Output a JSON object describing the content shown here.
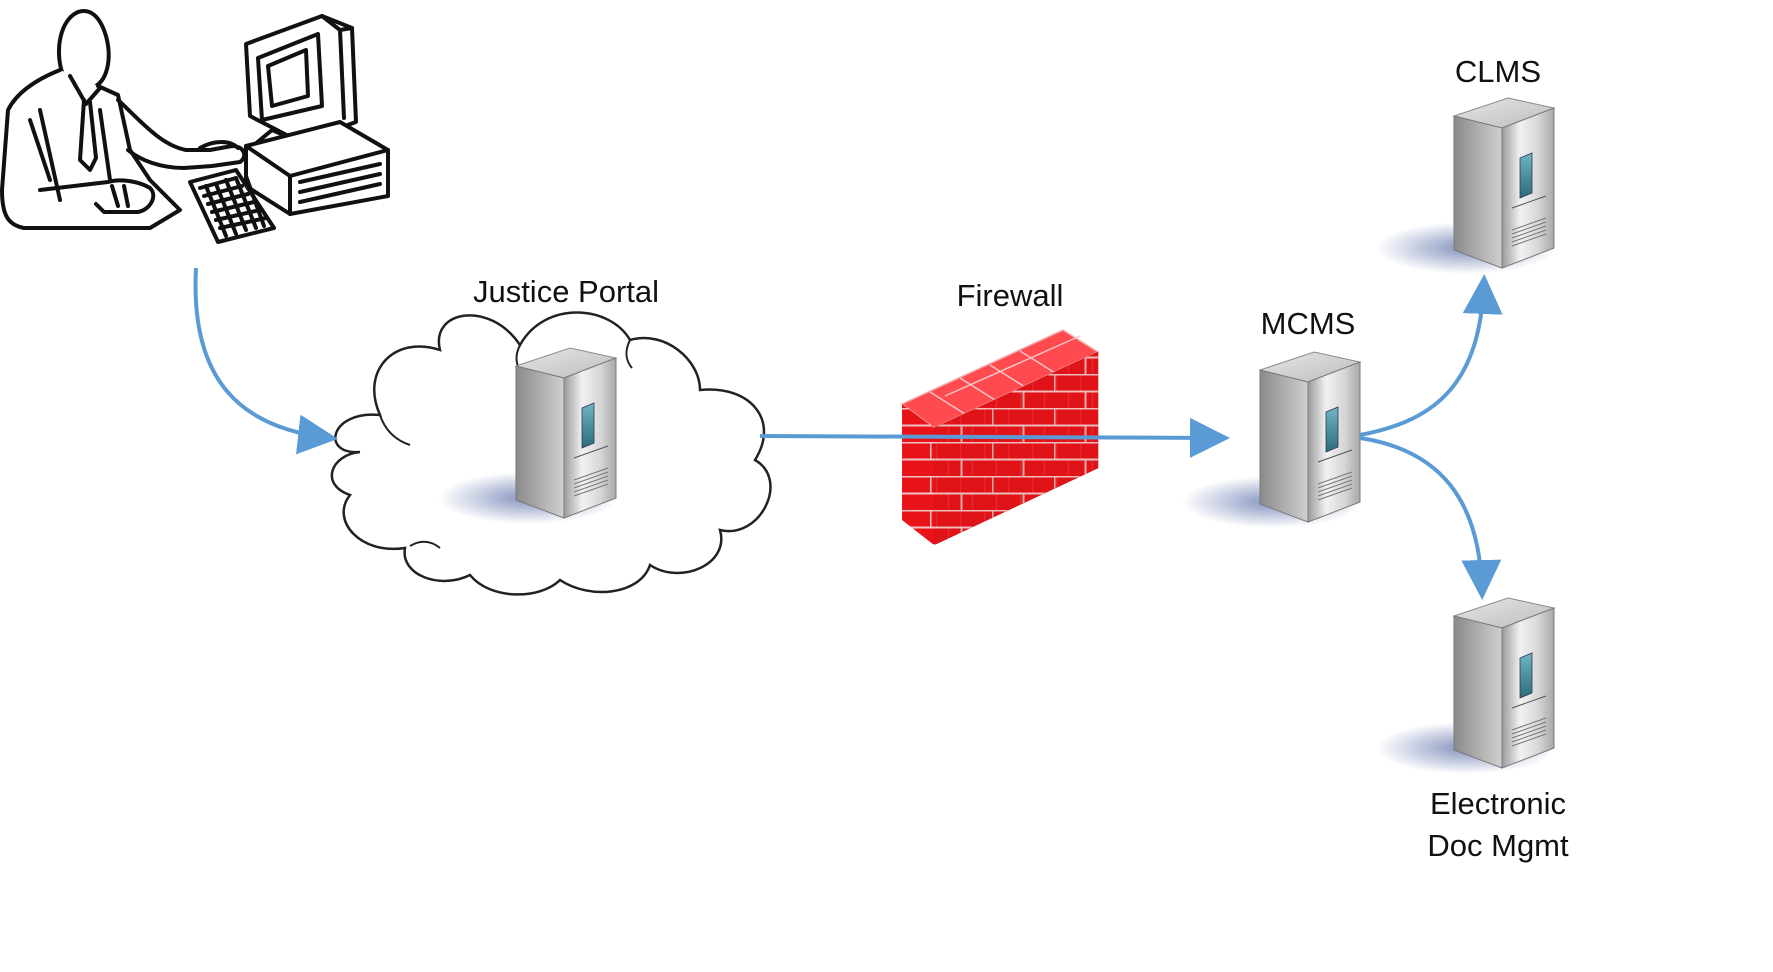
{
  "labels": {
    "justice_portal": "Justice Portal",
    "firewall": "Firewall",
    "mcms": "MCMS",
    "clms": "CLMS",
    "edm_line1": "Electronic",
    "edm_line2": "Doc Mgmt"
  },
  "icons": {
    "user": "person-at-computer-icon",
    "cloud": "cloud-icon",
    "server": "server-tower-icon",
    "firewall": "brick-wall-icon"
  },
  "colors": {
    "connector": "#5b9bd5",
    "firewall_brick": "#e8141a",
    "firewall_mortar": "#f7d0d0",
    "server_body": "#c9c9c9",
    "server_window": "#3f8a99"
  }
}
